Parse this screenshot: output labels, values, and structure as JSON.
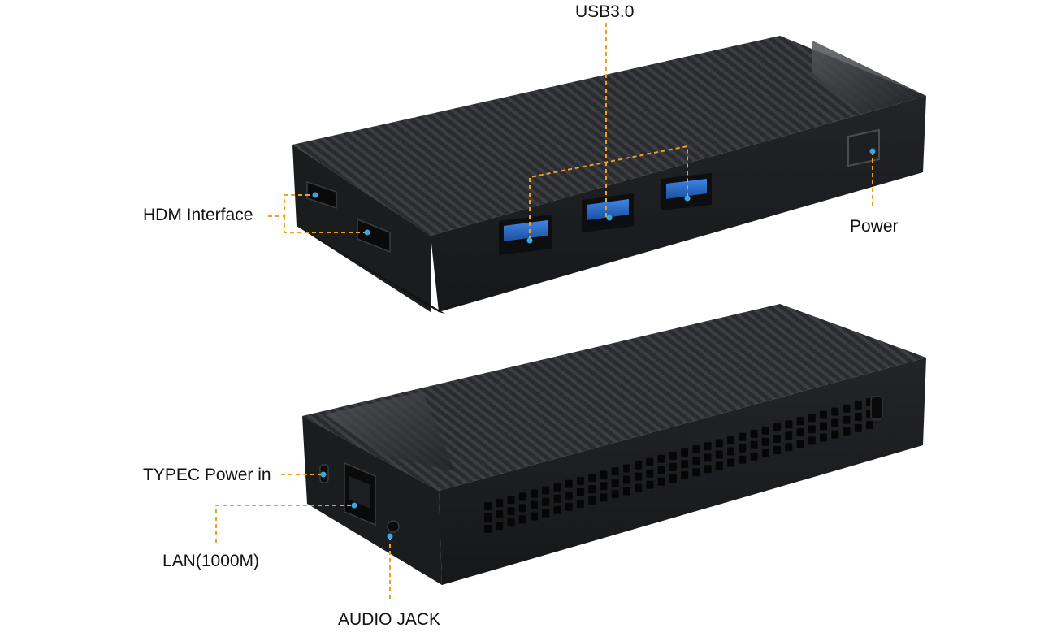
{
  "labels": {
    "hdmi": "HDM Interface",
    "usb": "USB3.0",
    "power": "Power",
    "typec": "TYPEC Power in",
    "lan": "LAN(1000M)",
    "audio": "AUDIO JACK"
  },
  "colors": {
    "callout_line": "#f0a020",
    "callout_dot": "#3aa8e0",
    "device_top": "#2b2d30",
    "device_side": "#1c1d1f",
    "usb_port_blue": "#2f6fd0"
  },
  "icons": {
    "device_top_view": "mini-pc-front-photo",
    "device_bottom_view": "mini-pc-rear-photo"
  }
}
